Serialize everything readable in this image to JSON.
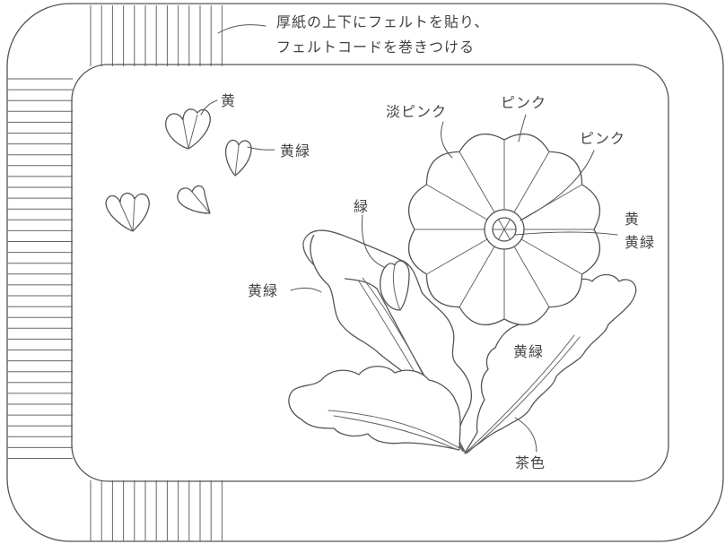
{
  "note": {
    "line1": "厚紙の上下にフェルトを貼り、",
    "line2": "フェルトコードを巻きつける"
  },
  "labels": {
    "top_left_yellow": "黄",
    "top_left_yellowgreen": "黄緑",
    "light_pink": "淡ピンク",
    "pink_top": "ピンク",
    "pink_right": "ピンク",
    "stem_green": "緑",
    "center_yellow": "黄",
    "center_yellowgreen": "黄緑",
    "left_leaf": "黄緑",
    "right_leaf": "黄緑",
    "stem": "茶色"
  },
  "colors": {
    "stroke": "#555555",
    "text": "#444444",
    "background": "#ffffff"
  }
}
